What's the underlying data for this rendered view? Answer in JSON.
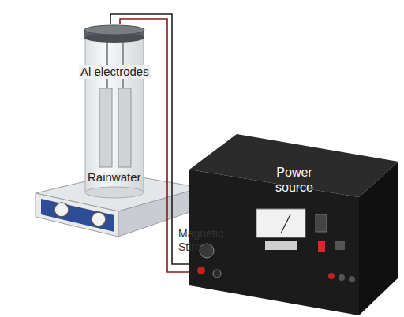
{
  "diagram": {
    "nodes": [
      {
        "text": [
          "Al electrodes",
          "Rainwater"
        ]
      },
      {
        "text": [
          "Magnetic Stirrer"
        ]
      },
      {
        "text": [
          "Power source"
        ]
      }
    ],
    "edges": [
      {
        "from": 0,
        "to": 2,
        "arrow": "none"
      },
      {
        "from": 0,
        "to": 2,
        "arrow": "none"
      }
    ]
  }
}
